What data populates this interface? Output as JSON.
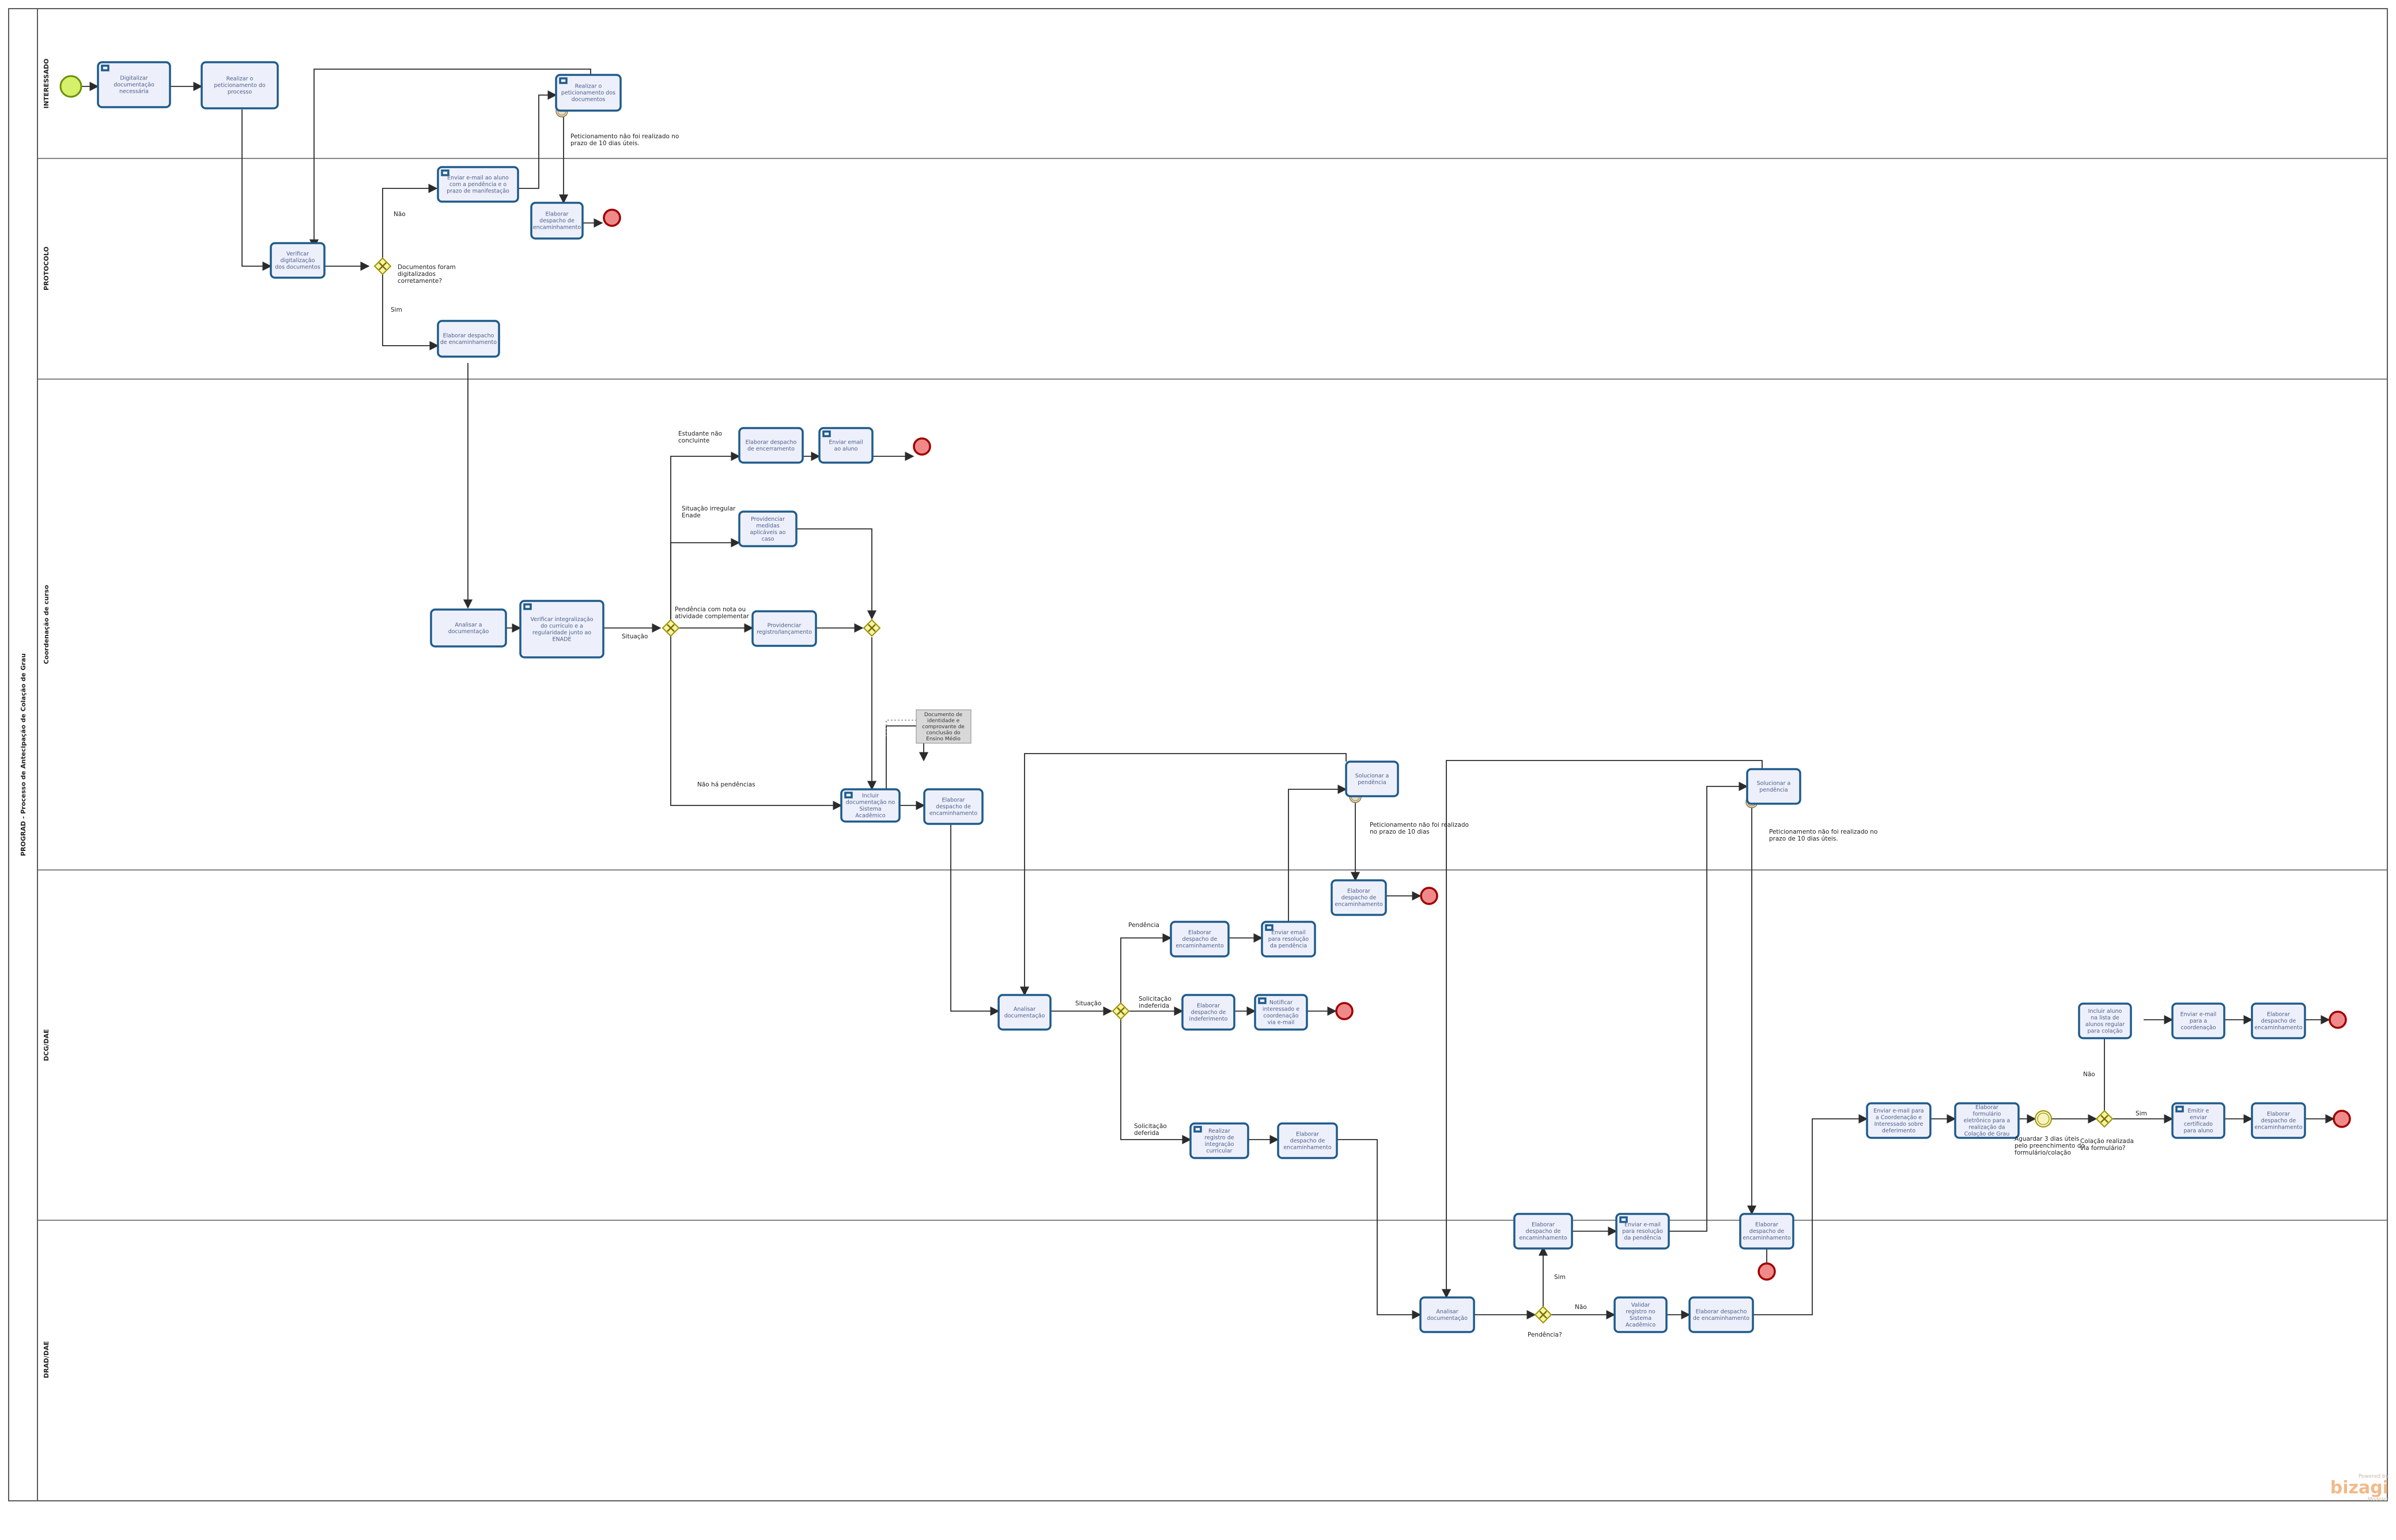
{
  "pool": {
    "title": "PROGRAD - Processo de Antecipação de Colação de Grau"
  },
  "lanes": [
    {
      "id": "interessado",
      "label": "INTERESSADO"
    },
    {
      "id": "protocolo",
      "label": "PROTOCOLO"
    },
    {
      "id": "coordenacao",
      "label": "Coordenação de curso"
    },
    {
      "id": "dcg",
      "label": "DCG/DAE"
    },
    {
      "id": "drad",
      "label": "DRAD/DAE"
    }
  ],
  "tasks": {
    "t1": "Digitalizar documentação necessária",
    "t2": "Realizar o peticionamento do processo",
    "t3": "Realizar o peticionamento dos documentos",
    "t4": "Verificar digitalização dos documentos",
    "t5": "Enviar e-mail ao aluno com a pendência e o prazo de manifestação",
    "t6": "Elaborar despacho de encaminhamento",
    "t7": "Elaborar despacho de encaminhamento",
    "t8": "Analisar a documentação",
    "t9": "Verificar integralização do currículo e a regularidade junto ao ENADE",
    "t10": "Elaborar despacho de encerramento",
    "t11": "Enviar email ao aluno",
    "t12": "Providenciar medidas aplicáveis ao caso",
    "t13": "Providenciar registro/lançamento",
    "t14": "Incluir documentação no Sistema Acadêmico",
    "t15": "Elaborar despacho de encaminhamento",
    "t16": "Solucionar a pendência",
    "t17": "Solucionar a pendência",
    "t18": "Elaborar despacho de encaminhamento",
    "t19": "Elaborar despacho de encaminhamento",
    "t20": "Enviar email para resolução da pendência",
    "t21": "Analisar documentação",
    "t22": "Elaborar despacho de indeferimento",
    "t23": "Notificar interessado e coordenação via e-mail",
    "t24": "Realizar registro de integração curricular",
    "t25": "Elaborar despacho de encaminhamento",
    "t26": "Enviar e-mail para a Coordenação e Interessado sobre deferimento",
    "t27": "Elaborar formulário eletrônico para a realização da Colação de Grau",
    "t28": "Incluir aluno na lista de alunos regular para colação",
    "t29": "Enviar e-mail para a coordenação",
    "t30": "Elaborar despacho de encaminhamento",
    "t31": "Emitir e enviar certificado para aluno",
    "t32": "Elaborar despacho de encaminhamento",
    "t33": "Elaborar despacho de encaminhamento",
    "t34": "Enviar e-mail para resolução da pendência",
    "t35": "Elaborar despacho de encaminhamento",
    "t36": "Analisar documentação",
    "t37": "Validar registro no Sistema Acadêmico",
    "t38": "Elaborar despacho de encaminhamento"
  },
  "labels": {
    "g1": "Documentos foram digitalizados corretamente?",
    "nao1": "Não",
    "sim1": "Sim",
    "timer1": "Peticionamento não foi realizado no prazo de 10 dias úteis.",
    "situacao1": "Situação",
    "f_estudante": "Estudante não concluinte",
    "f_enade": "Situação irregular Enade",
    "f_pendencia": "Pendência com nota ou atividade complementar",
    "f_naohouve": "Não há pendências",
    "annotation": "Documento de identidade e comprovante de conclusão do Ensino Médio",
    "timer2": "Peticionamento não foi realizado no prazo de 10 dias",
    "timer3": "Peticionamento não foi realizado no prazo de 10 dias úteis.",
    "situacao2": "Situação",
    "f_pend2": "Pendência",
    "f_indef": "Solicitação indeferida",
    "f_def": "Solicitação deferida",
    "aguardar": "Aguardar 3 dias úteis pelo preenchimento do formulário/colação",
    "g_colacao": "Colação realizada via formulário?",
    "nao2": "Não",
    "sim2": "Sim",
    "pendencia3": "Pendência?",
    "sim3": "Sim",
    "nao3": "Não"
  },
  "watermark": {
    "line1": "Powered by",
    "brand": "bizagi",
    "line2": "Modeler"
  },
  "colors": {
    "task_fill": "#edf0fb",
    "task_stroke": "#1f5b8b",
    "gateway_fill": "#f6f3a4",
    "gateway_stroke": "#9a9300",
    "start_fill": "#d5f06a",
    "start_stroke": "#6a8f00",
    "end_fill": "#f08a8a",
    "end_stroke": "#a00000",
    "lane_stroke": "#5a5a5a",
    "flow": "#2b2b2b"
  }
}
